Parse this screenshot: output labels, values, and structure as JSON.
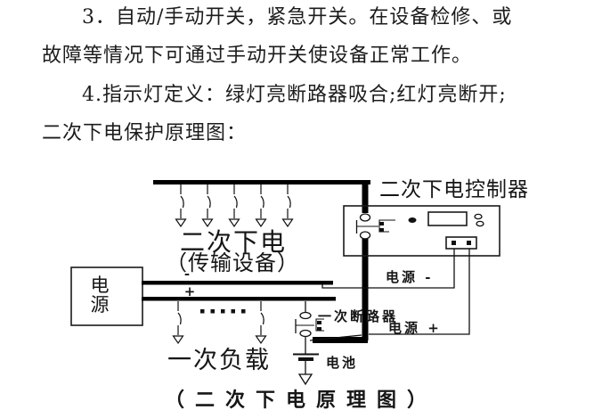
{
  "document": {
    "paragraph_lines": [
      "3．自动/手动开关，紧急开关。在设备检修、或",
      "故障等情况下可通过手动开关使设备正常工作。",
      "4.指示灯定义：绿灯亮断路器吸合;红灯亮断开;",
      "二次下电保护原理图："
    ]
  },
  "diagram": {
    "controller_label": "二次下电控制器",
    "secondary_drop_label": "二次下电",
    "secondary_drop_sublabel": "（传输设备）",
    "power_source_chars": [
      "电",
      "源"
    ],
    "minus_sign": "-",
    "plus_sign": "+",
    "power_minus_label": "电源 -",
    "power_plus_label": "电源 +",
    "breaker_label": "一次断路器",
    "battery_label": "电池",
    "primary_load_label": "一次负载",
    "caption": "（二次下电原理图）"
  },
  "colors": {
    "ink": "#1a1a1a",
    "paper": "#ffffff"
  }
}
